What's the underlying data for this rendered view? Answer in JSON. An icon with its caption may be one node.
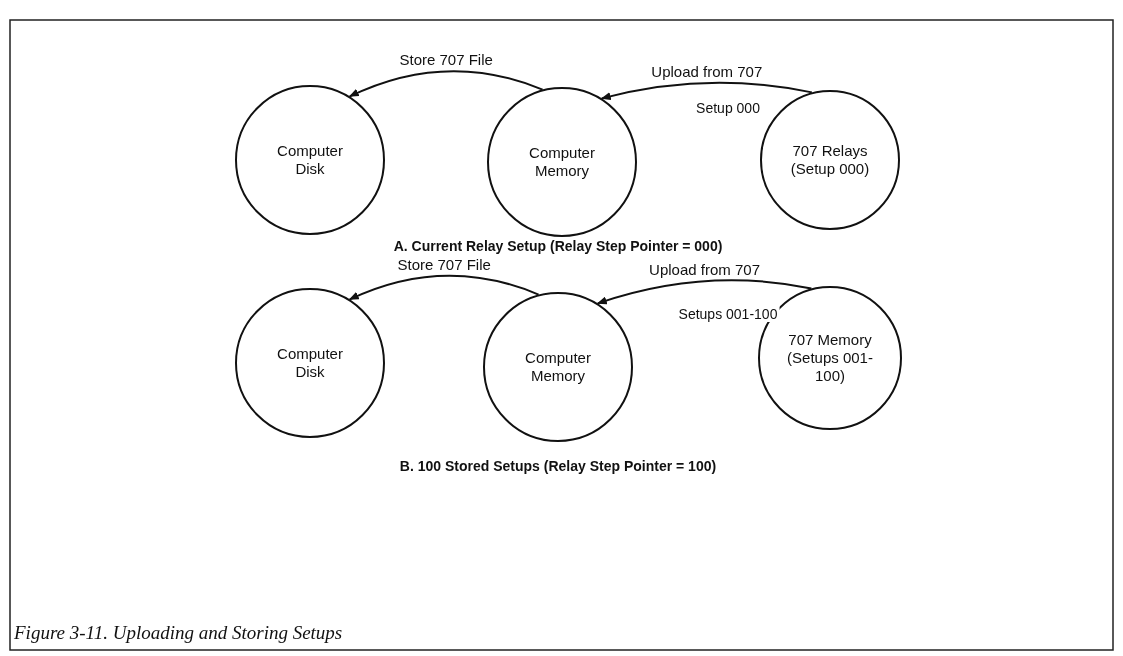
{
  "diagram": {
    "caption": "Figure 3-11. Uploading and Storing Setups",
    "nodes": [
      {
        "text": [
          "Computer Disk"
        ]
      },
      {
        "text": [
          "Computer Memory"
        ]
      },
      {
        "text": [
          "707 Relays (Setup 000)"
        ]
      },
      {
        "text": [
          "Computer Disk"
        ]
      },
      {
        "text": [
          "Computer Memory"
        ]
      },
      {
        "text": [
          "707 Memory (Setups 001-100)"
        ]
      }
    ],
    "edges": [
      {
        "from": 1,
        "to": 0,
        "arrow": "to",
        "label": "Store 707 File"
      },
      {
        "from": 2,
        "to": 1,
        "arrow": "to",
        "label": "Upload from 707"
      },
      {
        "from": 4,
        "to": 3,
        "arrow": "to",
        "label": "Store 707 File"
      },
      {
        "from": 5,
        "to": 4,
        "arrow": "to",
        "label": "Upload from 707"
      }
    ],
    "labels": [
      "Setup 000",
      "A. Current Relay Setup (Relay Step Pointer = 000)",
      "Setups 001-100",
      "B. 100 Stored Setups (Relay Step Pointer = 100)"
    ]
  }
}
